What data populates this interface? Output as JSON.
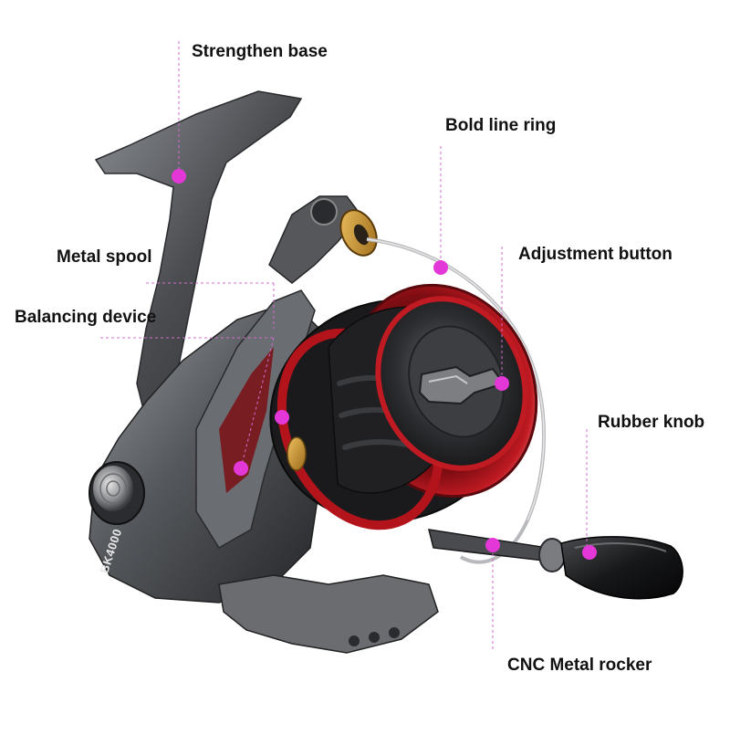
{
  "labels": {
    "strengthen_base": "Strengthen base",
    "bold_line_ring": "Bold line ring",
    "metal_spool": "Metal spool",
    "adjustment_button": "Adjustment button",
    "balancing_device": "Balancing device",
    "rubber_knob": "Rubber knob",
    "cnc_metal_rocker": "CNC Metal rocker"
  },
  "product": {
    "model_marking": "BK4000"
  },
  "colors": {
    "marker_dot": "#e437d8",
    "leader_line": "#d36cd0",
    "spool_red": "#b3131b",
    "body_gray": "#5d5f63",
    "background": "#ffffff"
  }
}
